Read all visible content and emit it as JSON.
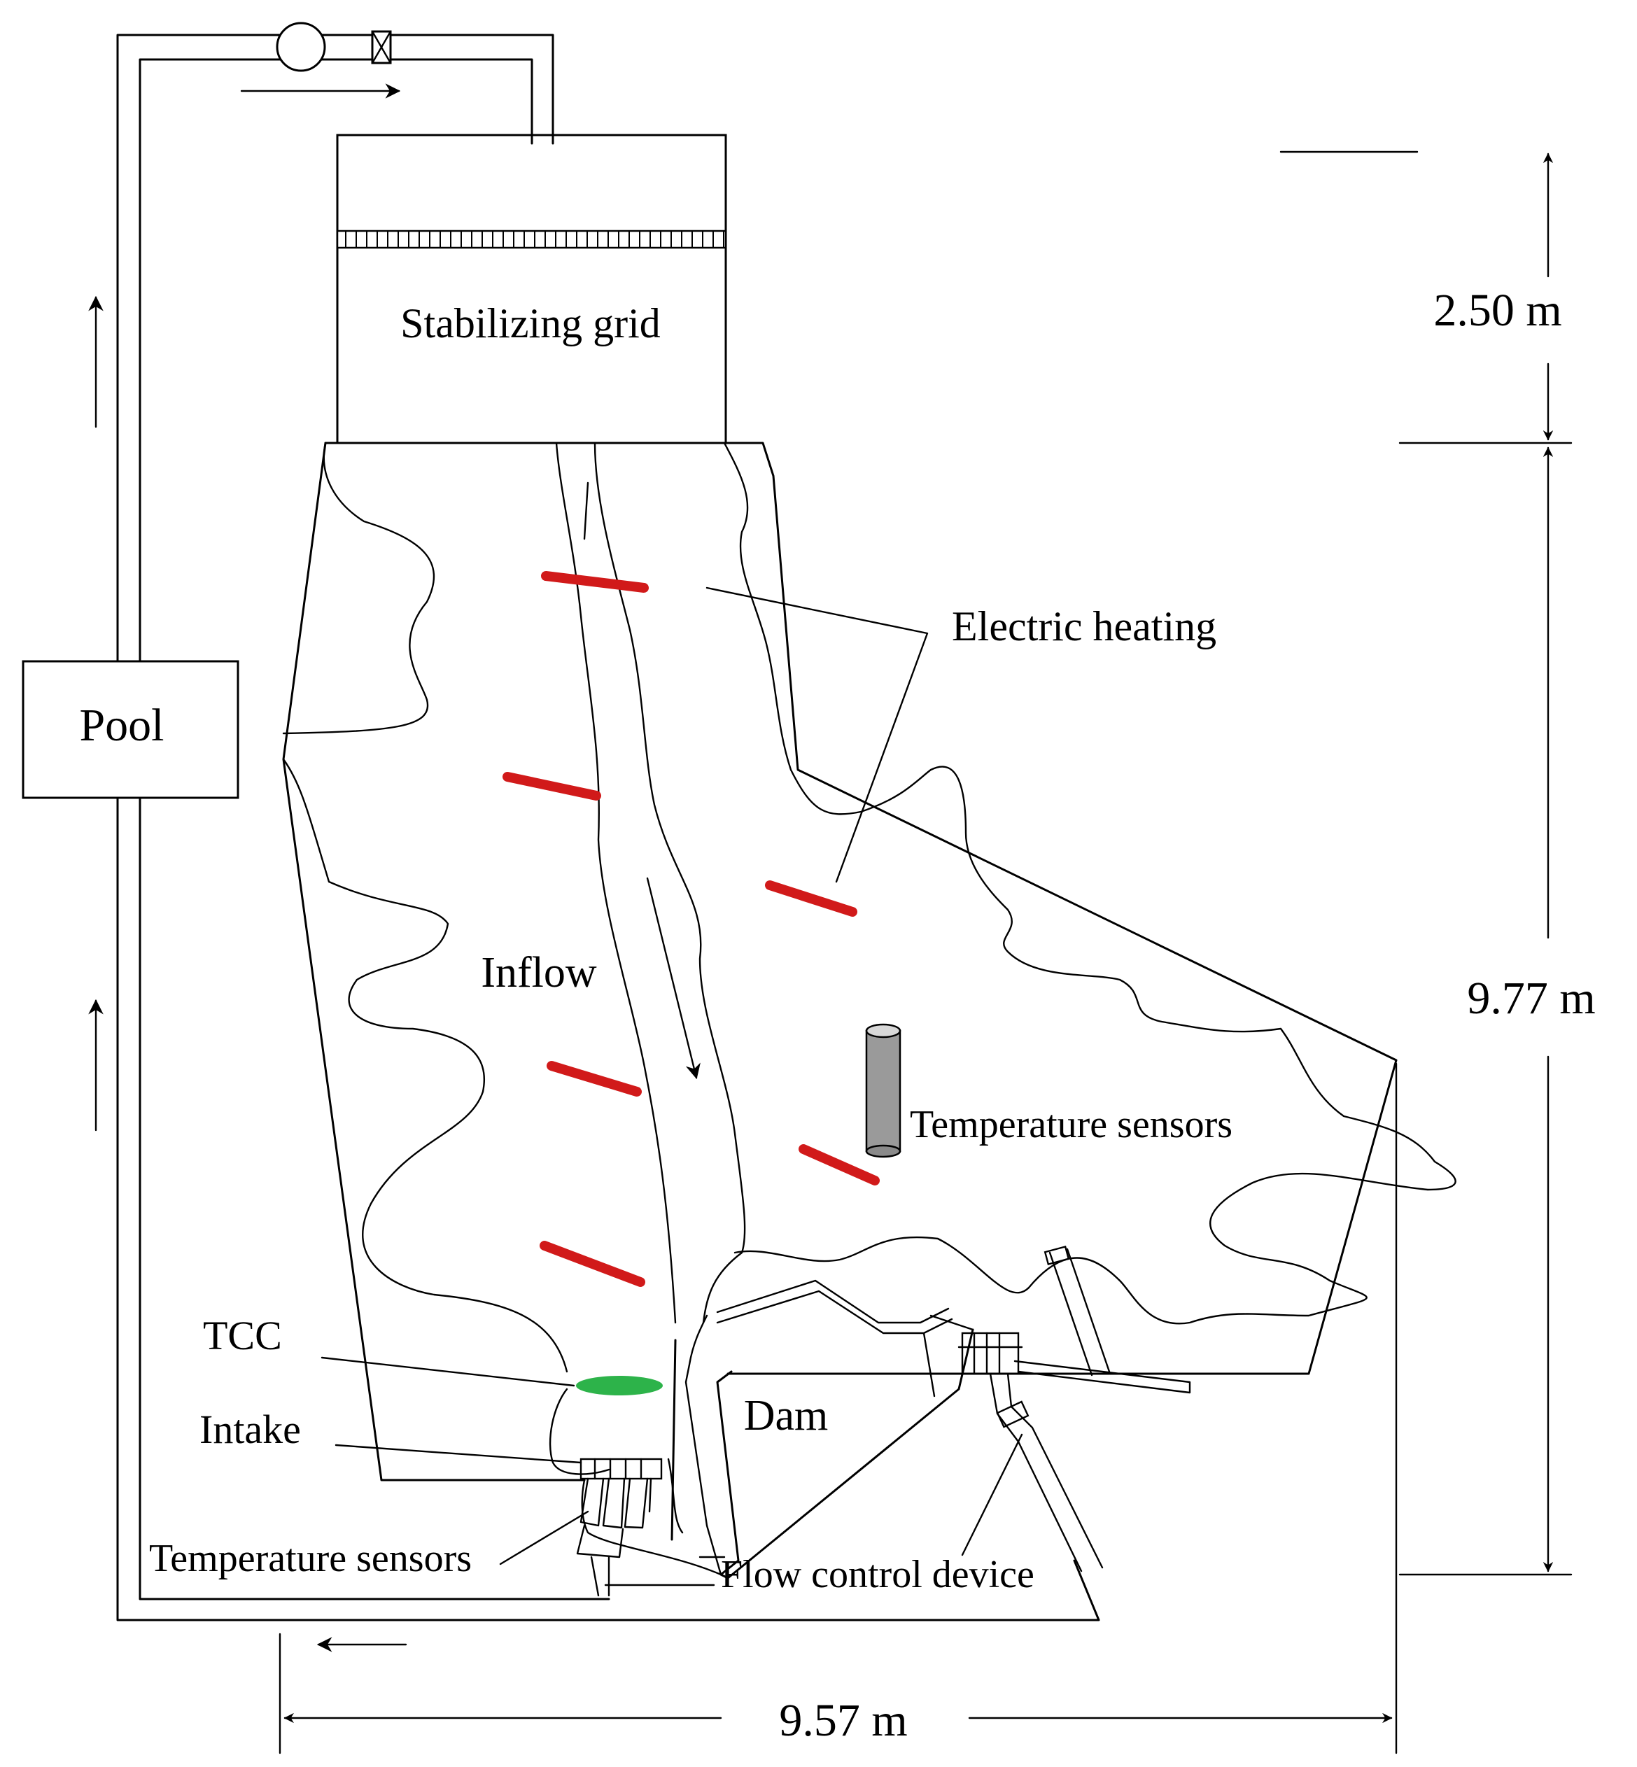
{
  "diagram": {
    "labels": {
      "pool": "Pool",
      "stabilizing_grid": "Stabilizing grid",
      "electric_heating": "Electric heating",
      "inflow": "Inflow",
      "temperature_sensors_right": "Temperature sensors",
      "tcc": "TCC",
      "intake": "Intake",
      "dam": "Dam",
      "temperature_sensors_left": "Temperature sensors",
      "flow_control_device": "Flow control device"
    },
    "dimensions": {
      "upper_height": "2.50 m",
      "main_height": "9.77 m",
      "width": "9.57 m"
    },
    "colors": {
      "line": "#000000",
      "heater": "#d11a1a",
      "tcc": "#2db34a",
      "sensor_fill": "#9a9a9a"
    }
  }
}
